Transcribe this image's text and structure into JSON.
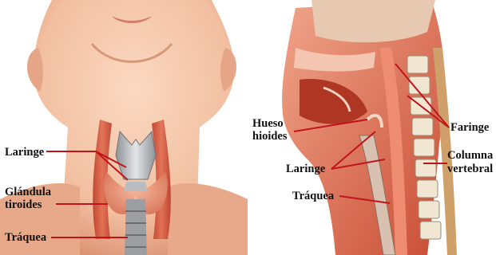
{
  "left_panel": {
    "labels": {
      "laringe": "Laringe",
      "glandula": "Glándula",
      "tiroides": "tiroides",
      "traquea": "Tráquea"
    }
  },
  "right_panel": {
    "labels": {
      "hueso": "Hueso",
      "hioides": "hioides",
      "faringe": "Faringe",
      "columna": "Columna",
      "vertebral": "vertebral",
      "laringe": "Laringe",
      "traquea": "Tráquea"
    }
  },
  "colors": {
    "skin": "#f2bfa0",
    "muscle": "#d9573f",
    "cartilage": "#c9cccf",
    "line": "#c0141b"
  }
}
